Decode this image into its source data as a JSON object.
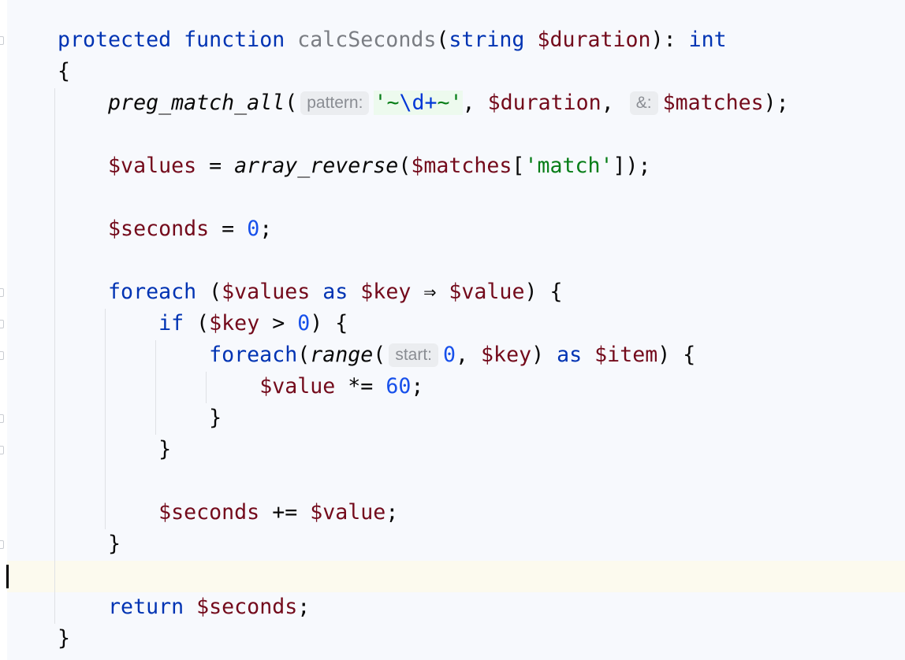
{
  "editor": {
    "lines": [
      [
        {
          "t": "protected",
          "c": "kw"
        },
        {
          "t": " "
        },
        {
          "t": "function",
          "c": "kw"
        },
        {
          "t": " "
        },
        {
          "t": "calcSeconds",
          "c": "fn-decl"
        },
        {
          "t": "("
        },
        {
          "t": "string",
          "c": "kw"
        },
        {
          "t": " "
        },
        {
          "t": "$duration",
          "c": "var"
        },
        {
          "t": "): "
        },
        {
          "t": "int",
          "c": "kw"
        }
      ],
      [
        {
          "t": "{"
        }
      ],
      [
        {
          "t": "    "
        },
        {
          "t": "preg_match_all",
          "c": "fn"
        },
        {
          "t": "("
        },
        {
          "t": "pattern:",
          "c": "hint"
        },
        {
          "t": "'~",
          "c": "rx"
        },
        {
          "t": "\\d+",
          "c": "rxm"
        },
        {
          "t": "~'",
          "c": "rx"
        },
        {
          "t": ", "
        },
        {
          "t": "$duration",
          "c": "var"
        },
        {
          "t": ", "
        },
        {
          "t": "&:",
          "c": "hint"
        },
        {
          "t": "$matches",
          "c": "var"
        },
        {
          "t": ");"
        }
      ],
      [],
      [
        {
          "t": "    "
        },
        {
          "t": "$values",
          "c": "var"
        },
        {
          "t": " = "
        },
        {
          "t": "array_reverse",
          "c": "fn"
        },
        {
          "t": "("
        },
        {
          "t": "$matches",
          "c": "var"
        },
        {
          "t": "["
        },
        {
          "t": "'match'",
          "c": "str"
        },
        {
          "t": "]);"
        }
      ],
      [],
      [
        {
          "t": "    "
        },
        {
          "t": "$seconds",
          "c": "var"
        },
        {
          "t": " = "
        },
        {
          "t": "0",
          "c": "num"
        },
        {
          "t": ";"
        }
      ],
      [],
      [
        {
          "t": "    "
        },
        {
          "t": "foreach",
          "c": "kw"
        },
        {
          "t": " ("
        },
        {
          "t": "$values",
          "c": "var"
        },
        {
          "t": " "
        },
        {
          "t": "as",
          "c": "kw"
        },
        {
          "t": " "
        },
        {
          "t": "$key",
          "c": "var"
        },
        {
          "t": " ⇒ "
        },
        {
          "t": "$value",
          "c": "var"
        },
        {
          "t": ") {"
        }
      ],
      [
        {
          "t": "        "
        },
        {
          "t": "if",
          "c": "kw"
        },
        {
          "t": " ("
        },
        {
          "t": "$key",
          "c": "var"
        },
        {
          "t": " > "
        },
        {
          "t": "0",
          "c": "num"
        },
        {
          "t": ") {"
        }
      ],
      [
        {
          "t": "            "
        },
        {
          "t": "foreach",
          "c": "kw"
        },
        {
          "t": "("
        },
        {
          "t": "range",
          "c": "fn"
        },
        {
          "t": "("
        },
        {
          "t": "start:",
          "c": "hint"
        },
        {
          "t": "0",
          "c": "num"
        },
        {
          "t": ", "
        },
        {
          "t": "$key",
          "c": "var"
        },
        {
          "t": ") "
        },
        {
          "t": "as",
          "c": "kw"
        },
        {
          "t": " "
        },
        {
          "t": "$item",
          "c": "var"
        },
        {
          "t": ") {"
        }
      ],
      [
        {
          "t": "                "
        },
        {
          "t": "$value",
          "c": "var"
        },
        {
          "t": " *= "
        },
        {
          "t": "60",
          "c": "num"
        },
        {
          "t": ";"
        }
      ],
      [
        {
          "t": "            }"
        }
      ],
      [
        {
          "t": "        }"
        }
      ],
      [],
      [
        {
          "t": "        "
        },
        {
          "t": "$seconds",
          "c": "var"
        },
        {
          "t": " += "
        },
        {
          "t": "$value",
          "c": "var"
        },
        {
          "t": ";"
        }
      ],
      [
        {
          "t": "    }"
        }
      ],
      [],
      [
        {
          "t": "    "
        },
        {
          "t": "return",
          "c": "kw"
        },
        {
          "t": " "
        },
        {
          "t": "$seconds",
          "c": "var"
        },
        {
          "t": ";"
        }
      ],
      [
        {
          "t": "}"
        }
      ]
    ]
  }
}
